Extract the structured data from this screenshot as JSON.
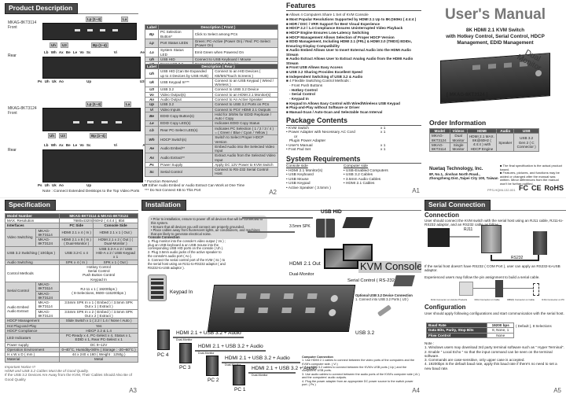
{
  "pages": {
    "a2": {
      "title": "Product Description",
      "page_number": "A2",
      "front_4kt3114": {
        "model": "MKAG-8KT3114",
        "side": "Front",
        "tags": [
          "Lp (1~4)",
          "La",
          "Uh",
          "U3",
          "Bp (1~4)"
        ]
      },
      "rear_4kt3114": {
        "side": "Rear",
        "tags": [
          "Lb",
          "Wh",
          "Ax",
          "Be",
          "Le",
          "Vo",
          "Sc",
          "Vi (1~4)",
          "Ae",
          "Ps",
          "Uh",
          "Uk",
          "Ao",
          "Up (1~4)",
          "U3"
        ]
      },
      "front_4kt3124": {
        "model": "MKAG-8KT3124",
        "side": "Front",
        "tags": [
          "Lp (1~4)",
          "La",
          "Uh",
          "U3",
          "Bp (1~4)"
        ]
      },
      "rear_4kt3124": {
        "side": "Rear",
        "tags": [
          "Lb",
          "Wh",
          "Ax",
          "Be",
          "Le",
          "Vo",
          "Sc",
          "Vi (1~4)",
          "Ae",
          "Ps",
          "Uh",
          "Uk",
          "Ao",
          "Up (1~4)",
          "U3"
        ]
      },
      "note": "Note : Connect Extended Desktops to the Top Video Ports",
      "front_table": {
        "headers": [
          "Label",
          "Description ( Front )"
        ],
        "rows": [
          [
            "Bp",
            "PC Selection Button*",
            "Click to Select among PCs"
          ],
          [
            "Lp",
            "Port Status LEDs",
            "Green: PC-Active (Power On) / Red: PC-Select (Power On)"
          ],
          [
            "La",
            "System Status LED",
            "Emit Green when Powered On"
          ],
          [
            "Uh",
            "USB HID",
            "Connect to USB Keyboard / Mouse"
          ],
          [
            "U3",
            "Front USB 3.2",
            "Connect to USB 3.2 Device"
          ]
        ]
      },
      "rear_table": {
        "headers": [
          "Label",
          "Description ( Rear )"
        ],
        "rows": [
          [
            "Uh",
            "USB HID (Can Be Expanded up to 4 Devices by USB HUB)",
            "Connect to an HID Devices ( KB/MS/Touch Screens )"
          ],
          [
            "Uk",
            "USB Keypad In***",
            "Connect to an USB Keypad ( Wired / Wireless )"
          ],
          [
            "U3",
            "USB 3.2",
            "Connect to USB 3.2 Device"
          ],
          [
            "Vo",
            "Video Output(s)",
            "Connect to an HDMI 2.1 Monitor(s)"
          ],
          [
            "Ao",
            "Audio Output",
            "Connect to An Active Speaker"
          ],
          [
            "Up",
            "USB 3.2",
            "Connect to USB 3.2 Ports on PCs"
          ],
          [
            "Vi",
            "Video Inputs",
            "Connect to PCs' HDMI 2.1 Outputs"
          ],
          [
            "Be",
            "EDID Copy Button(s)",
            "Hold for 3/6/9s for EDID Replicate / Auto / Copy"
          ],
          [
            "Le",
            "EDID Copy LED(s)",
            "Indicates EDID Copy Status"
          ],
          [
            "Lb",
            "Rear PC-Select LED(s)",
            "Indicates PC Selection ( 1 / 2 / 3 / 4 ) = ( Green / Blue / Cyan / Yellow )"
          ],
          [
            "Wh",
            "HDCP Switch(s)",
            "Switch to Select Proper HDCP Version"
          ],
          [
            "Ae",
            "Audio Embed**",
            "Embed Audio into the Selected Video Input"
          ],
          [
            "Ax",
            "Audio Extract**",
            "Extract Audio from the Selected Video Input"
          ],
          [
            "Ps",
            "Power Supply",
            "Apply DC 12V Power to KVM Switch"
          ],
          [
            "Sc",
            "Serial Control",
            "Connect to RS-232 Serial Control Host"
          ]
        ]
      },
      "footnotes": [
        "* Function Reserved",
        "** Either Audio Embed or Audio Extract Can Work at One Time",
        "*** Do Not Connect KB to This Port"
      ]
    },
    "a1": {
      "features_title": "Features",
      "features": [
        "Allows 4 Computers Share 1 Set of KVM Console",
        "Most Popular Resolutions Supported by HDMI 2.1 Up to 8K@60Hz ( 4:4:4 )",
        "HDR / DSC / VRR Support for Best Visual Experience",
        "HDCP 2.2 / 1.4 Compliance Ensures Uninterrupted Video Playback",
        "HDCP Engine Ensures Low-Latency Switching",
        "HDCP Management Allows Selection of Proper HDCP Version",
        "EDID Management, Including HDMI 2.1 (FRL) & HDMI 2.0 (TMDS) EDIDs, Ensuring Display Compatibility",
        "Audio Embed Allows User to Insert External Audio into the HDMI Audio Stream",
        "Audio Extract Allows User to Extract Analog Audio from the HDMI Audio Stream",
        "Front USB Allows Easy Access",
        "USB 3.2 Sharing Provides Excellent Speed",
        "Independent Switching of USB 3.2 & Audio",
        "4 Flexible Switching Control Methods :",
        "- Front Push Buttons",
        "- Hotkey Control",
        "- Serial Control",
        "- Keypad In",
        "Keypad In Allows Easy Control with Wired/Wireless USB Keypad",
        "Plug-and-Play without Software or Driver",
        "Manual-Scan / Auto-Scan and Selectable Scan Interval"
      ],
      "package_title": "Package Contents",
      "package": [
        {
          "item": "KVM Switch",
          "qty": "x 1"
        },
        {
          "item": "Power Adapter with Necessary AC Cord",
          "qty": "x 1"
        },
        {
          "item": "or",
          "qty": ""
        },
        {
          "item": "Plugin Power Adapter",
          "qty": ""
        },
        {
          "item": "User's Manual",
          "qty": "x 1"
        },
        {
          "item": "Foot Pad Set",
          "qty": "x 1"
        }
      ],
      "sysreq_title": "System Requirements",
      "console_side_title": "Console side",
      "console_side": [
        "HDMI 2.1 Monitor(s)",
        "USB Keyboard",
        "USB Mouse",
        "USB Keypad",
        "Active Speaker ( 3.5mm )"
      ],
      "computer_side_title": "Computer side",
      "computer_side": [
        "USB-Enabled Computers",
        "USB 3.2 Cables",
        "3.5mm Audio Cables",
        "HDMI 2.1 Cables"
      ],
      "page_number": "A1"
    },
    "cover": {
      "title": "User's Manual",
      "subtitle_lines": [
        "8K HDMI 2.1 KVM Switch",
        "with Hotkey Control, Serial Control, HDCP",
        "Management, EDID Management"
      ],
      "badge": "Dual Monitor",
      "model": "[ MKAG-8KT3124 ]",
      "order_title": "Order Information",
      "order_headers": [
        "Model",
        "Videos",
        "HDMI",
        "Audio",
        "USB"
      ],
      "order_rows": [
        [
          "MKAG-8KT3124",
          "Dual Monitor"
        ],
        [
          "MKAG-8KT3114",
          "Single Monitor"
        ]
      ],
      "order_hdmi": "HDMI 2.1 MAX. 8K@60Hz ( 4:4:4 ) with HDCP Engine",
      "order_audio": "Speaker",
      "order_usb": "USB 3.2 Gen 2 ( C Connector )",
      "company": "Nuetaq Technology, Inc.",
      "address_lines": [
        "8F, No.1, Jinshan North Road.,",
        "Zhongzheng Dist.,Taipei City 100, Taiwan"
      ],
      "disclaimer": [
        "The final specification is the actual product based.",
        "Features, pictures, and functions may be added or changed after the manual was written. Minor differences from the manual won't be further notified."
      ],
      "doc_code": "PPS-HQML132-001",
      "marks": [
        "FC",
        "CE",
        "RoHS"
      ]
    },
    "a3": {
      "title": "Specification",
      "header": [
        "Model Number",
        "MKAG-8KT3114 & MKAG-8KT3124"
      ],
      "max_res": [
        "MAX. Resolution",
        "7680x4320@60Hz ( 4:4:4 ), 8bit"
      ],
      "iface_headers": [
        "Interfaces",
        "PC Side",
        "Console Side"
      ],
      "video": {
        "label": "Video Switching",
        "rows": [
          [
            "MKAG-8KT3114",
            "HDMI 2.1 x 4 ( In )",
            "HDMI 2.1 x 1 ( Out )"
          ],
          [
            "MKAG-8KT3124",
            "HDMI 2.1 x 8 ( In ) ( Dual-Monitor )",
            "HDMI 2.1 x 2 ( Out ) ( Dual-Monitor )"
          ]
        ]
      },
      "usb": [
        "USB 3.2 Switching ( 10Gbps )",
        "USB 3.2-C x 4",
        "USB 3.2-A x 2 / USB HID-A x 2 / USB Keypad x 1"
      ],
      "audio_sw": [
        "Audio Switching",
        "SPK x 4 ( In )",
        "SPK x 1 ( Out )"
      ],
      "control": [
        "Control Methods",
        "Hotkey Control",
        "Serial Control",
        "Push Button Control",
        "Keypad In"
      ],
      "serial": [
        "Serial Control",
        "MKAG-8KT3114",
        "MKAG-8KT3124",
        "RJ-11 x 1 ( 19200bps )",
        "( 8-Selections, 9600~115200bps )"
      ],
      "audio_ee": {
        "label": "Audio Embed Audio Extract",
        "rows": [
          [
            "MKAG-8KT3114",
            "3.5mm SPK In x 1 ( Embed ) / 3.5mm SPK Out x 1 ( Extract )"
          ],
          [
            "MKAG-8KT3124",
            "3.5mm SPK In x 2 ( Embed ) / 3.5mm SPK Out x 2 ( Extract )"
          ]
        ]
      },
      "rows": [
        [
          "HDCP Management",
          "Slide Switch x 1 ( 2.2 / 1.4 / None / Auto )"
        ],
        [
          "Hot Plug-and-Play",
          "Yes"
        ],
        [
          "HDCP Compliance",
          "HDCP 2.2 & 1.4"
        ],
        [
          "LED Indicators",
          "PC-Ready x 4, PC-Select x 4, Status x 1, EDID x 1, Rear PC-Select x 1"
        ],
        [
          "Power supply",
          "DC 9~12V"
        ],
        [
          "Operation Environment",
          "0~40°C, Humidity<80% ( Storage : -20~60°C )"
        ],
        [
          "H x W x D ( mm )",
          "44 x 240 x 160 ( Weight : 1250g )"
        ],
        [
          "Material",
          "Metal"
        ]
      ],
      "notice": [
        "Important Notice !!!",
        "HDMI and USB 3.2 Cables Must Be of Good Quality.",
        "If the USB 3.2 Devices Are Away from the KVM, Their Cables Should Also Be of Good Quality"
      ],
      "page_number": "A3"
    },
    "a4": {
      "title": "Installation",
      "precautions": [
        "Prior to installation, ensure to power off all devices that will be connected to this system.",
        "Ensure that all devices you will connect are properly grounded.",
        "Place cables away from fluorescent lights, air conditioners, and machines that are likely to generate electrical noise."
      ],
      "console_title": "Console Connection",
      "console_steps": [
        "Plug monitor into the console's video output ( Vo ) ; plug an USB keyboard & an USB mouse into the corresponding USB HID ports on the console ( Uh ).",
        "Plug 3.5mm audio jacks of the active speaker to the console's audio port ( Ao ).",
        "Connect the serial control port of the KVM ( Sc ) to the serial host using an RJ11-to-RS232 adaptor ( and RS232-to-USB adaptor )."
      ],
      "labels": {
        "usb_hid": "USB HID",
        "spk": "3.5mm SPK",
        "hdmi_out": "HDMI 2.1 Out",
        "dual": "Dual-Monitor",
        "console": "KVM Console",
        "serial": "Serial Control ( RS-232 )",
        "keypad": "Keypad In",
        "usb32": "USB 3.2",
        "optional_title": "Optional USB 3.2 Device Connection",
        "optional_step": "1. Connect into USB 3.2 Ports ( U3 )"
      },
      "pcs": [
        {
          "name": "PC 4",
          "cable": "HDMI 2.1 + USB 3.2 + Audio",
          "sub": "Dual-Monitor"
        },
        {
          "name": "PC 3",
          "cable": "HDMI 2.1 + USB 3.2 + Audio",
          "sub": "Dual-Monitor"
        },
        {
          "name": "PC 2",
          "cable": "HDMI 2.1 + USB 3.2 + Audio",
          "sub": "Dual-Monitor"
        },
        {
          "name": "PC 1",
          "cable": "HDMI 2.1 + USB 3.2 + Audio",
          "sub": "Dual-Monitor"
        }
      ],
      "computer_title": "Computer Connection",
      "computer_steps": [
        "Use HDMI 2.1 cables to connect between the video ports of the computers and the KVM's computer side. ( Vi )",
        "Use USB 3.2 cables to connect between the KVM's USB ports ( Up ) and the computers' USB ports.",
        "Use audio cables to connect between the audio ports of the KVM's computer side ( Ai ) and the computers' audio outputs.",
        "Plug the power adapter from an appropriate DC power source to the switch power port. ( Ps )"
      ],
      "page_number": "A4"
    },
    "a5": {
      "title": "Serial Connection",
      "connection_title": "Connection",
      "connection_text": "User should connect the KVM switch with the serial host using an RJ11 cable, RJ11-to-RS232 adaptor, and an RS232 cable as follow :",
      "rj11": "RJ11",
      "rs232": "RS232",
      "no_rs232": "If the serial host doesn't have RS232 ( COM Port ), user can apply an RS232-to-USB adaptor.",
      "pin_text": "Experienced users may follow the pin assignment to build a serial cable.",
      "pin_captions": [
        "RJ11 Connector on HxxHxx Products",
        "RJ11 Connector on Cable",
        "DB9(F) Connector on Cable",
        "RJ11 Connector on PC"
      ],
      "config_title": "Configuration",
      "config_text": "User should apply following configurations and start communication with the serial host.",
      "config_rows": [
        [
          "Baud Rate",
          "19200 bps"
        ],
        [
          "Data Bits, Parity, Stop Bits",
          "8, None, 1"
        ],
        [
          "Flow Control",
          "None"
        ]
      ],
      "config_side": "( Default ), 8 Selections",
      "note_label": "Note :",
      "notes": [
        "1. Windows users may download 3rd party terminal software such as \" Hyper Terminal\".",
        "2. Enable \" Local Echo \" so that the input command can be seen on the terminal software.",
        "3. Commands are case-sensitive, only upper case is accepted.",
        "4. 19200bps is the default baud rate, apply this baud rate if there's no need to set a new baud rate."
      ],
      "page_number": "A5"
    }
  }
}
